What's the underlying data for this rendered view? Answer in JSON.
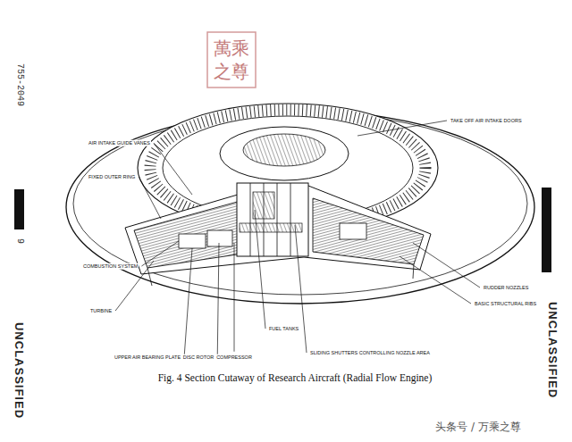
{
  "diagram": {
    "caption": "Fig. 4 Section Cutaway of Research Aircraft (Radial Flow Engine)",
    "labels": [
      "755-2049",
      "9",
      "UNCLASSIFIED",
      "UNCLASSIFIED",
      "萬乘之尊",
      "TAKE OFF AIR INTAKE DOORS",
      "AIR INTAKE GUIDE VANES",
      "FIXED OUTER RING",
      "COMBUSTION SYSTEM",
      "TURBINE",
      "UPPER AIR BEARING PLATE",
      "DISC ROTOR",
      "COMPRESSOR",
      "FUEL TANKS",
      "SLIDING SHUTTERS CONTROLLING NOZZLE AREA",
      "RUDDER NOZZLES",
      "BASIC STRUCTURAL RIBS",
      "头条号 / 万乘之尊"
    ]
  }
}
